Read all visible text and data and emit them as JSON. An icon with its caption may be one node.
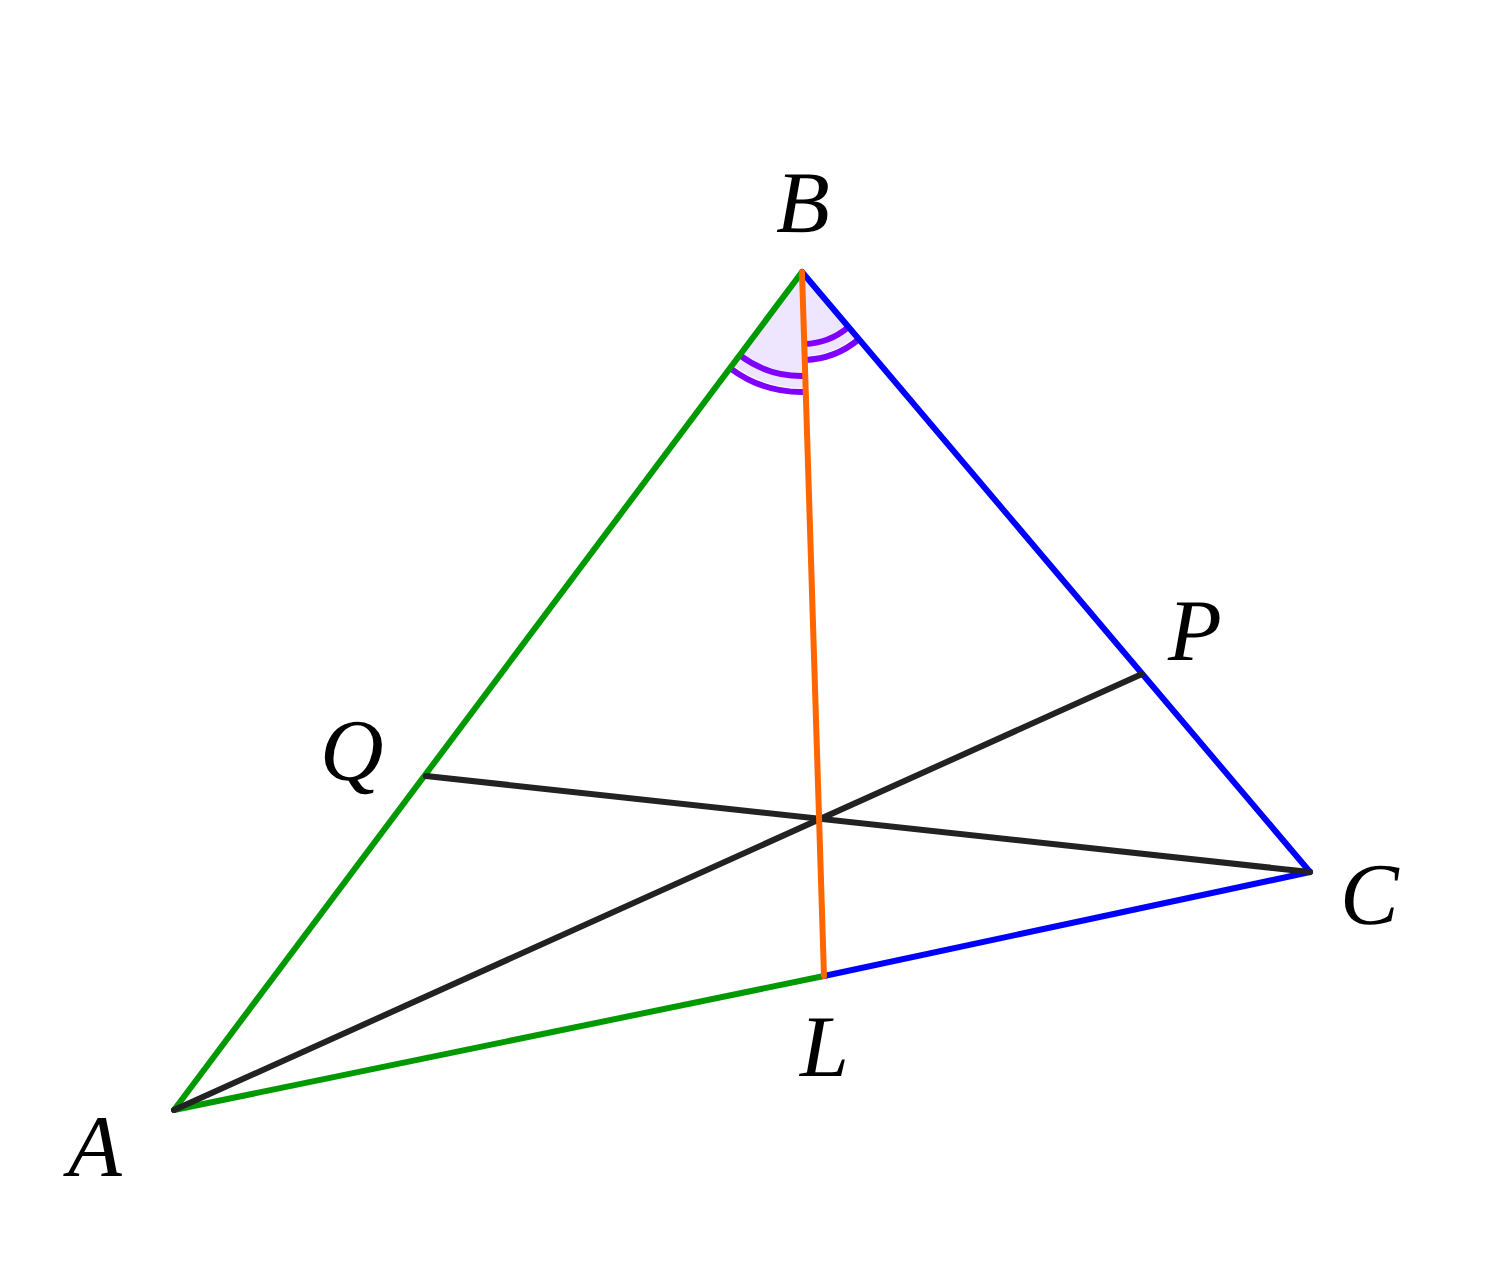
{
  "diagram": {
    "labels": [
      "B",
      "P",
      "Q",
      "C",
      "L",
      "A"
    ]
  }
}
